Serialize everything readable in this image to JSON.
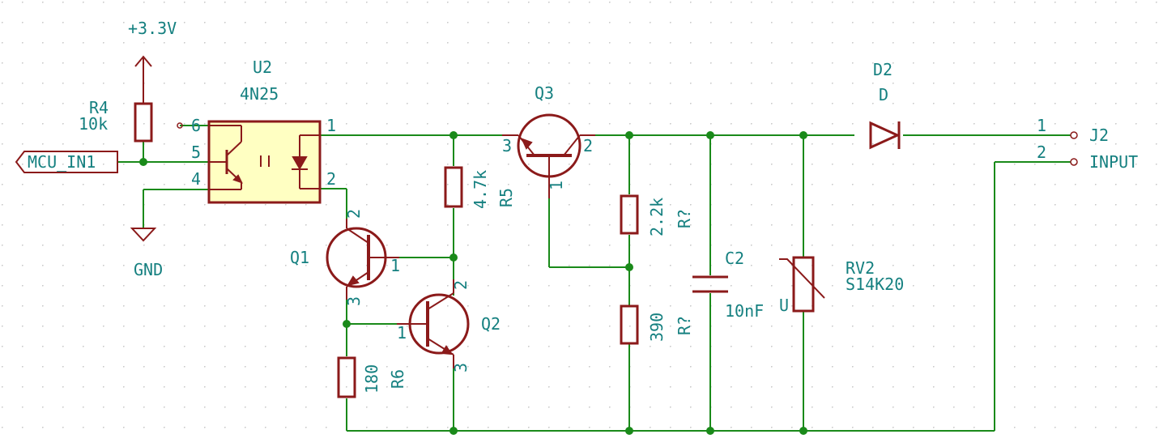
{
  "labels": {
    "power": "+3.3V",
    "gnd": "GND",
    "r4_ref": "R4",
    "r4_val": "10k",
    "mcu_label": "MCU_IN1",
    "u2_ref": "U2",
    "u2_val": "4N25",
    "q1_ref": "Q1",
    "q2_ref": "Q2",
    "q3_ref": "Q3",
    "r5_val": "4.7k",
    "r5_ref": "R5",
    "r6_val": "180",
    "r6_ref": "R6",
    "r7_val": "2.2k",
    "r7_ref": "R?",
    "r8_val": "390",
    "r8_ref": "R?",
    "c2_ref": "C2",
    "c2_val": "10nF",
    "rv2_ref": "RV2",
    "rv2_val": "S14K20",
    "rv2_u": "U",
    "d2_ref": "D2",
    "d2_val": "D",
    "j2_ref": "J2",
    "j2_val": "INPUT"
  },
  "pins": {
    "u2_p1": "1",
    "u2_p2": "2",
    "u2_p4": "4",
    "u2_p5": "5",
    "u2_p6": "6",
    "q1_p1": "1",
    "q1_p2": "2",
    "q1_p3": "3",
    "q2_p1": "1",
    "q2_p2": "2",
    "q2_p3": "3",
    "q3_p1": "1",
    "q3_p2": "2",
    "q3_p3": "3",
    "j2_p1": "1",
    "j2_p2": "2"
  },
  "colors": {
    "wire": "#1a8a1a",
    "component": "#8b1a1a",
    "text": "#158080",
    "ic_fill": "#ffffc2",
    "grid_dot": "#c8c8c8"
  }
}
